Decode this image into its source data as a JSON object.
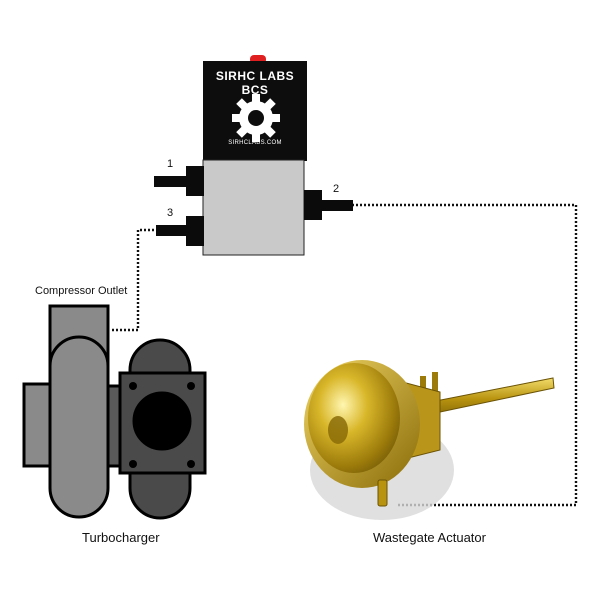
{
  "solenoid": {
    "brand": "SIRHC LABS",
    "model": "BCS",
    "website": "SIRHCLABS.COM",
    "ports": {
      "p1": "1",
      "p2": "2",
      "p3": "3"
    },
    "colors": {
      "head": "#0d0d0d",
      "body": "#c9c9c9",
      "indicator": "#e02020",
      "fitting": "#0b0b0b"
    }
  },
  "labels": {
    "compressor_outlet": "Compressor Outlet",
    "turbocharger": "Turbocharger",
    "wastegate_actuator": "Wastegate Actuator"
  },
  "icons": {
    "logo": "gear-icon"
  },
  "colors": {
    "hose": "#111111",
    "turbo_light": "#8a8a8a",
    "turbo_dark": "#4a4a4a",
    "actuator_gold": "#c9a514"
  }
}
